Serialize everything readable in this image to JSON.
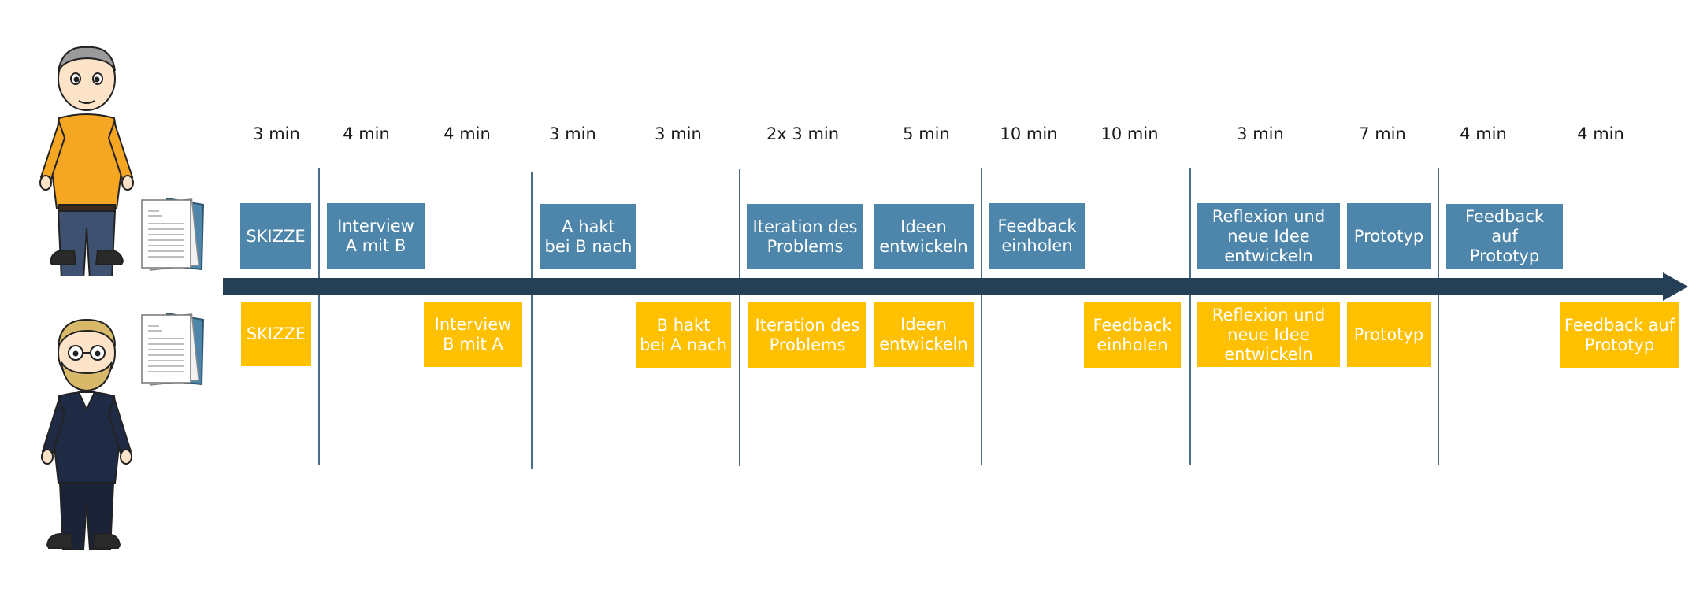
{
  "colors": {
    "person_a_boxes": "#4d86aa",
    "person_b_boxes": "#ffc000",
    "timeline_arrow": "#253f57",
    "phase_divider": "#4a6d8c"
  },
  "icons": {
    "person_a": "person-gray-hair-yellow-shirt-icon",
    "person_b": "person-beard-glasses-navy-sweater-icon",
    "documents": "paper-stack-icon"
  },
  "durations": [
    "3  min",
    "4 min",
    "4 min",
    "3 min",
    "3 min",
    "2x 3 min",
    "5 min",
    "10 min",
    "10 min",
    "3 min",
    "7 min",
    "4 min",
    "4 min"
  ],
  "person_a_steps": [
    "SKIZZE",
    "Interview\nA mit B",
    "A hakt\nbei B nach",
    "Iteration des\nProblems",
    "Ideen\nentwickeln",
    "Feedback\neinholen",
    "Reflexion und\nneue Idee\nentwickeln",
    "Prototyp",
    "Feedback auf\nPrototyp"
  ],
  "person_b_steps": [
    "SKIZZE",
    "Interview\nB mit A",
    "B hakt\nbei A nach",
    "Iteration des\nProblems",
    "Ideen\nentwickeln",
    "Feedback\neinholen",
    "Reflexion und\nneue Idee\nentwickeln",
    "Prototyp",
    "Feedback auf\nPrototyp"
  ]
}
